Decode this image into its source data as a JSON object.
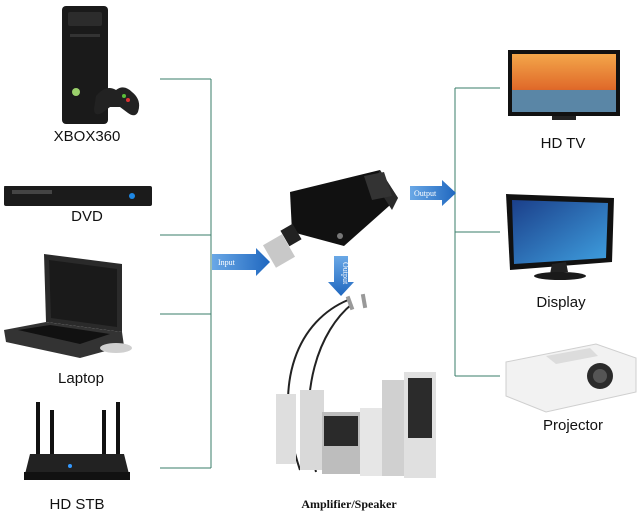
{
  "sources": [
    {
      "label": "XBOX360",
      "icon": "xbox360-console-icon"
    },
    {
      "label": "DVD",
      "icon": "dvd-player-icon"
    },
    {
      "label": "Laptop",
      "icon": "laptop-icon"
    },
    {
      "label": "HD STB",
      "icon": "router-stb-icon"
    }
  ],
  "center": {
    "adapter_icon": "hdmi-to-vga-adapter-icon",
    "input_label": "Input",
    "output_right_label": "Output",
    "output_down_label": "Output",
    "audio_label": "Amplifier/Speaker"
  },
  "outputs": [
    {
      "label": "HD TV",
      "icon": "hd-tv-icon"
    },
    {
      "label": "Display",
      "icon": "monitor-icon"
    },
    {
      "label": "Projector",
      "icon": "projector-icon"
    }
  ],
  "colors": {
    "connector": "#3a7d6a",
    "arrow": "#2e78c8"
  }
}
